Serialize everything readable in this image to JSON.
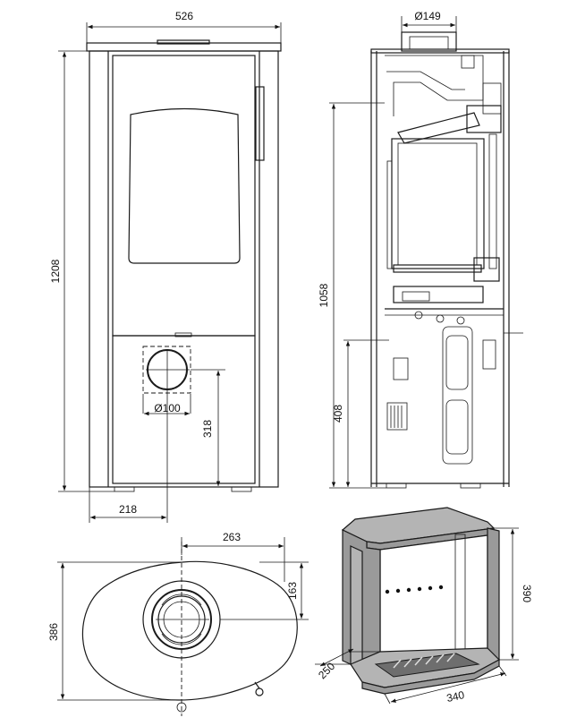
{
  "dimensions": {
    "front_width": "526",
    "total_height": "1208",
    "flue_offset": "218",
    "air_inlet_diameter": "Ø100",
    "air_inlet_height": "318",
    "flue_diameter": "Ø149",
    "side_flue_height": "1058",
    "side_air_height": "408",
    "top_offset": "263",
    "top_depth_offset": "163",
    "top_depth": "386",
    "firebox_height": "390",
    "firebox_depth": "250",
    "firebox_width": "340"
  }
}
